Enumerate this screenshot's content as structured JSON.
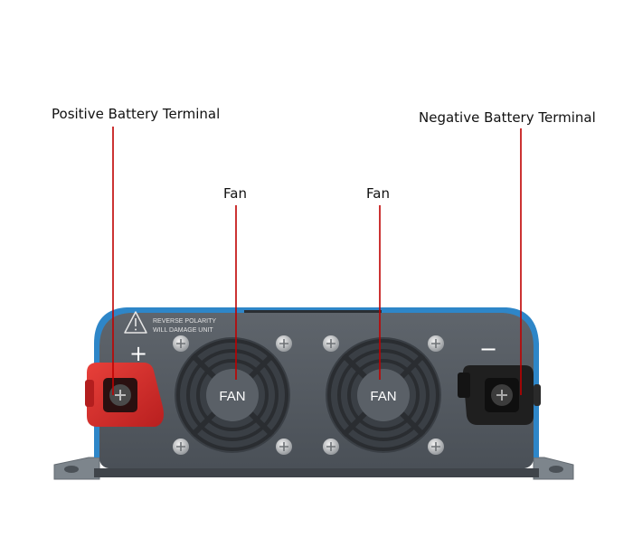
{
  "callouts": {
    "positive_terminal": "Positive Battery Terminal",
    "negative_terminal": "Negative Battery Terminal",
    "fan_left": "Fan",
    "fan_right": "Fan"
  },
  "device": {
    "warning_line1": "REVERSE POLARITY",
    "warning_line2": "WILL DAMAGE UNIT",
    "plus_sign": "+",
    "minus_sign": "−",
    "fan_left_label": "FAN",
    "fan_right_label": "FAN"
  },
  "colors": {
    "leader_line": "#c00000",
    "panel": "#545a61",
    "frame_blue": "#2e86c8",
    "positive_terminal": "#d42a2a",
    "negative_terminal": "#1e1e1e"
  },
  "icons": [
    "warning-triangle-icon",
    "screw-icon"
  ]
}
